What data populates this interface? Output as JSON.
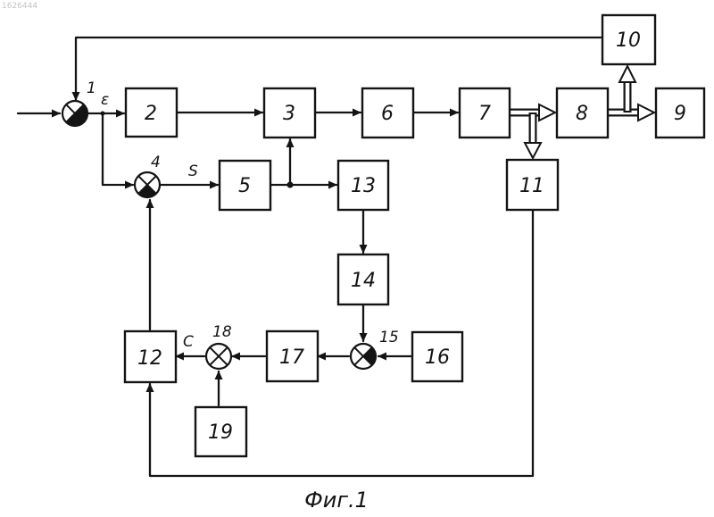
{
  "stamp": "1626444",
  "caption": "Фиг.1",
  "blocks": {
    "b2": "2",
    "b3": "3",
    "b5": "5",
    "b6": "6",
    "b7": "7",
    "b8": "8",
    "b9": "9",
    "b10": "10",
    "b11": "11",
    "b12": "12",
    "b13": "13",
    "b14": "14",
    "b16": "16",
    "b17": "17",
    "b19": "19"
  },
  "summators": {
    "s1": "1",
    "s4": "4",
    "s15": "15",
    "s18": "18"
  },
  "signals": {
    "epsilon": "ε",
    "s": "S",
    "c": "C"
  }
}
